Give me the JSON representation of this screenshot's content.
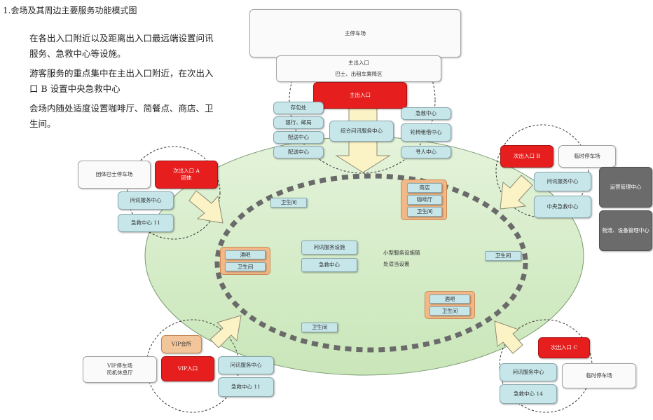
{
  "title": "1.会场及其周边主要服务功能模式图",
  "paragraphs": [
    "在各出入口附近以及距离出入口最远端设置问讯服务、急救中心等设施。",
    "游客服务的重点集中在主出入口附近，在次出入口 B 设置中央急救中心",
    "会场内随处适度设置咖啡厅、简餐点、商店、卫生间。"
  ],
  "top": {
    "main_parking": "主停车场",
    "main_gate_label": "主出入口",
    "bus_taxi": "巴士、出租车乘降区",
    "main_gate": "主出入口",
    "left_items": [
      "存包处",
      "银行、邮局",
      "配送中心",
      "配送中心"
    ],
    "center_info": "综合问讯服务中心",
    "right_items": [
      "急救中心",
      "轮椅租借中心",
      "寻人中心"
    ]
  },
  "gate_a": {
    "group_parking": "团体巴士停车场",
    "gate": "次出入口 A\n团体",
    "info": "问讯服务中心",
    "first_aid": "急救中心 11"
  },
  "gate_b": {
    "gate": "次出入口 B",
    "temp_parking": "临时停车场",
    "info": "问讯服务中心",
    "central_aid": "中央急救中心",
    "ops_center": "运营管理中心",
    "logistics_center": "物流、设备管理中心"
  },
  "gate_c": {
    "gate": "次出入口 C",
    "temp_parking": "临时停车场",
    "info": "问讯服务中心",
    "first_aid": "急救中心 14"
  },
  "vip": {
    "club": "VIP会所",
    "parking": "VIP停车场\n司机休息厅",
    "gate": "VIP入口",
    "info": "问讯服务中心",
    "first_aid": "急救中心 11"
  },
  "venue": {
    "shop_group": [
      "商店",
      "咖啡厅",
      "卫生间"
    ],
    "bar_left": [
      "酒吧",
      "卫生间"
    ],
    "bar_right": [
      "酒吧",
      "卫生间"
    ],
    "center_info": "问讯服务设施",
    "center_aid": "急救中心",
    "toilet_tl": "卫生间",
    "toilet_r": "卫生间",
    "toilet_b": "卫生间",
    "note_line1": "小型服务设施随",
    "note_line2": "处适当设置"
  },
  "colors": {
    "ellipse_fill": "#d5ecc8",
    "gate_red": "#e61e1e",
    "info_blue": "#c6e6ea",
    "facility_orange": "#f3c59a",
    "mgmt_gray": "#6b6b6b",
    "arrow_fill": "#fbf3c6"
  }
}
